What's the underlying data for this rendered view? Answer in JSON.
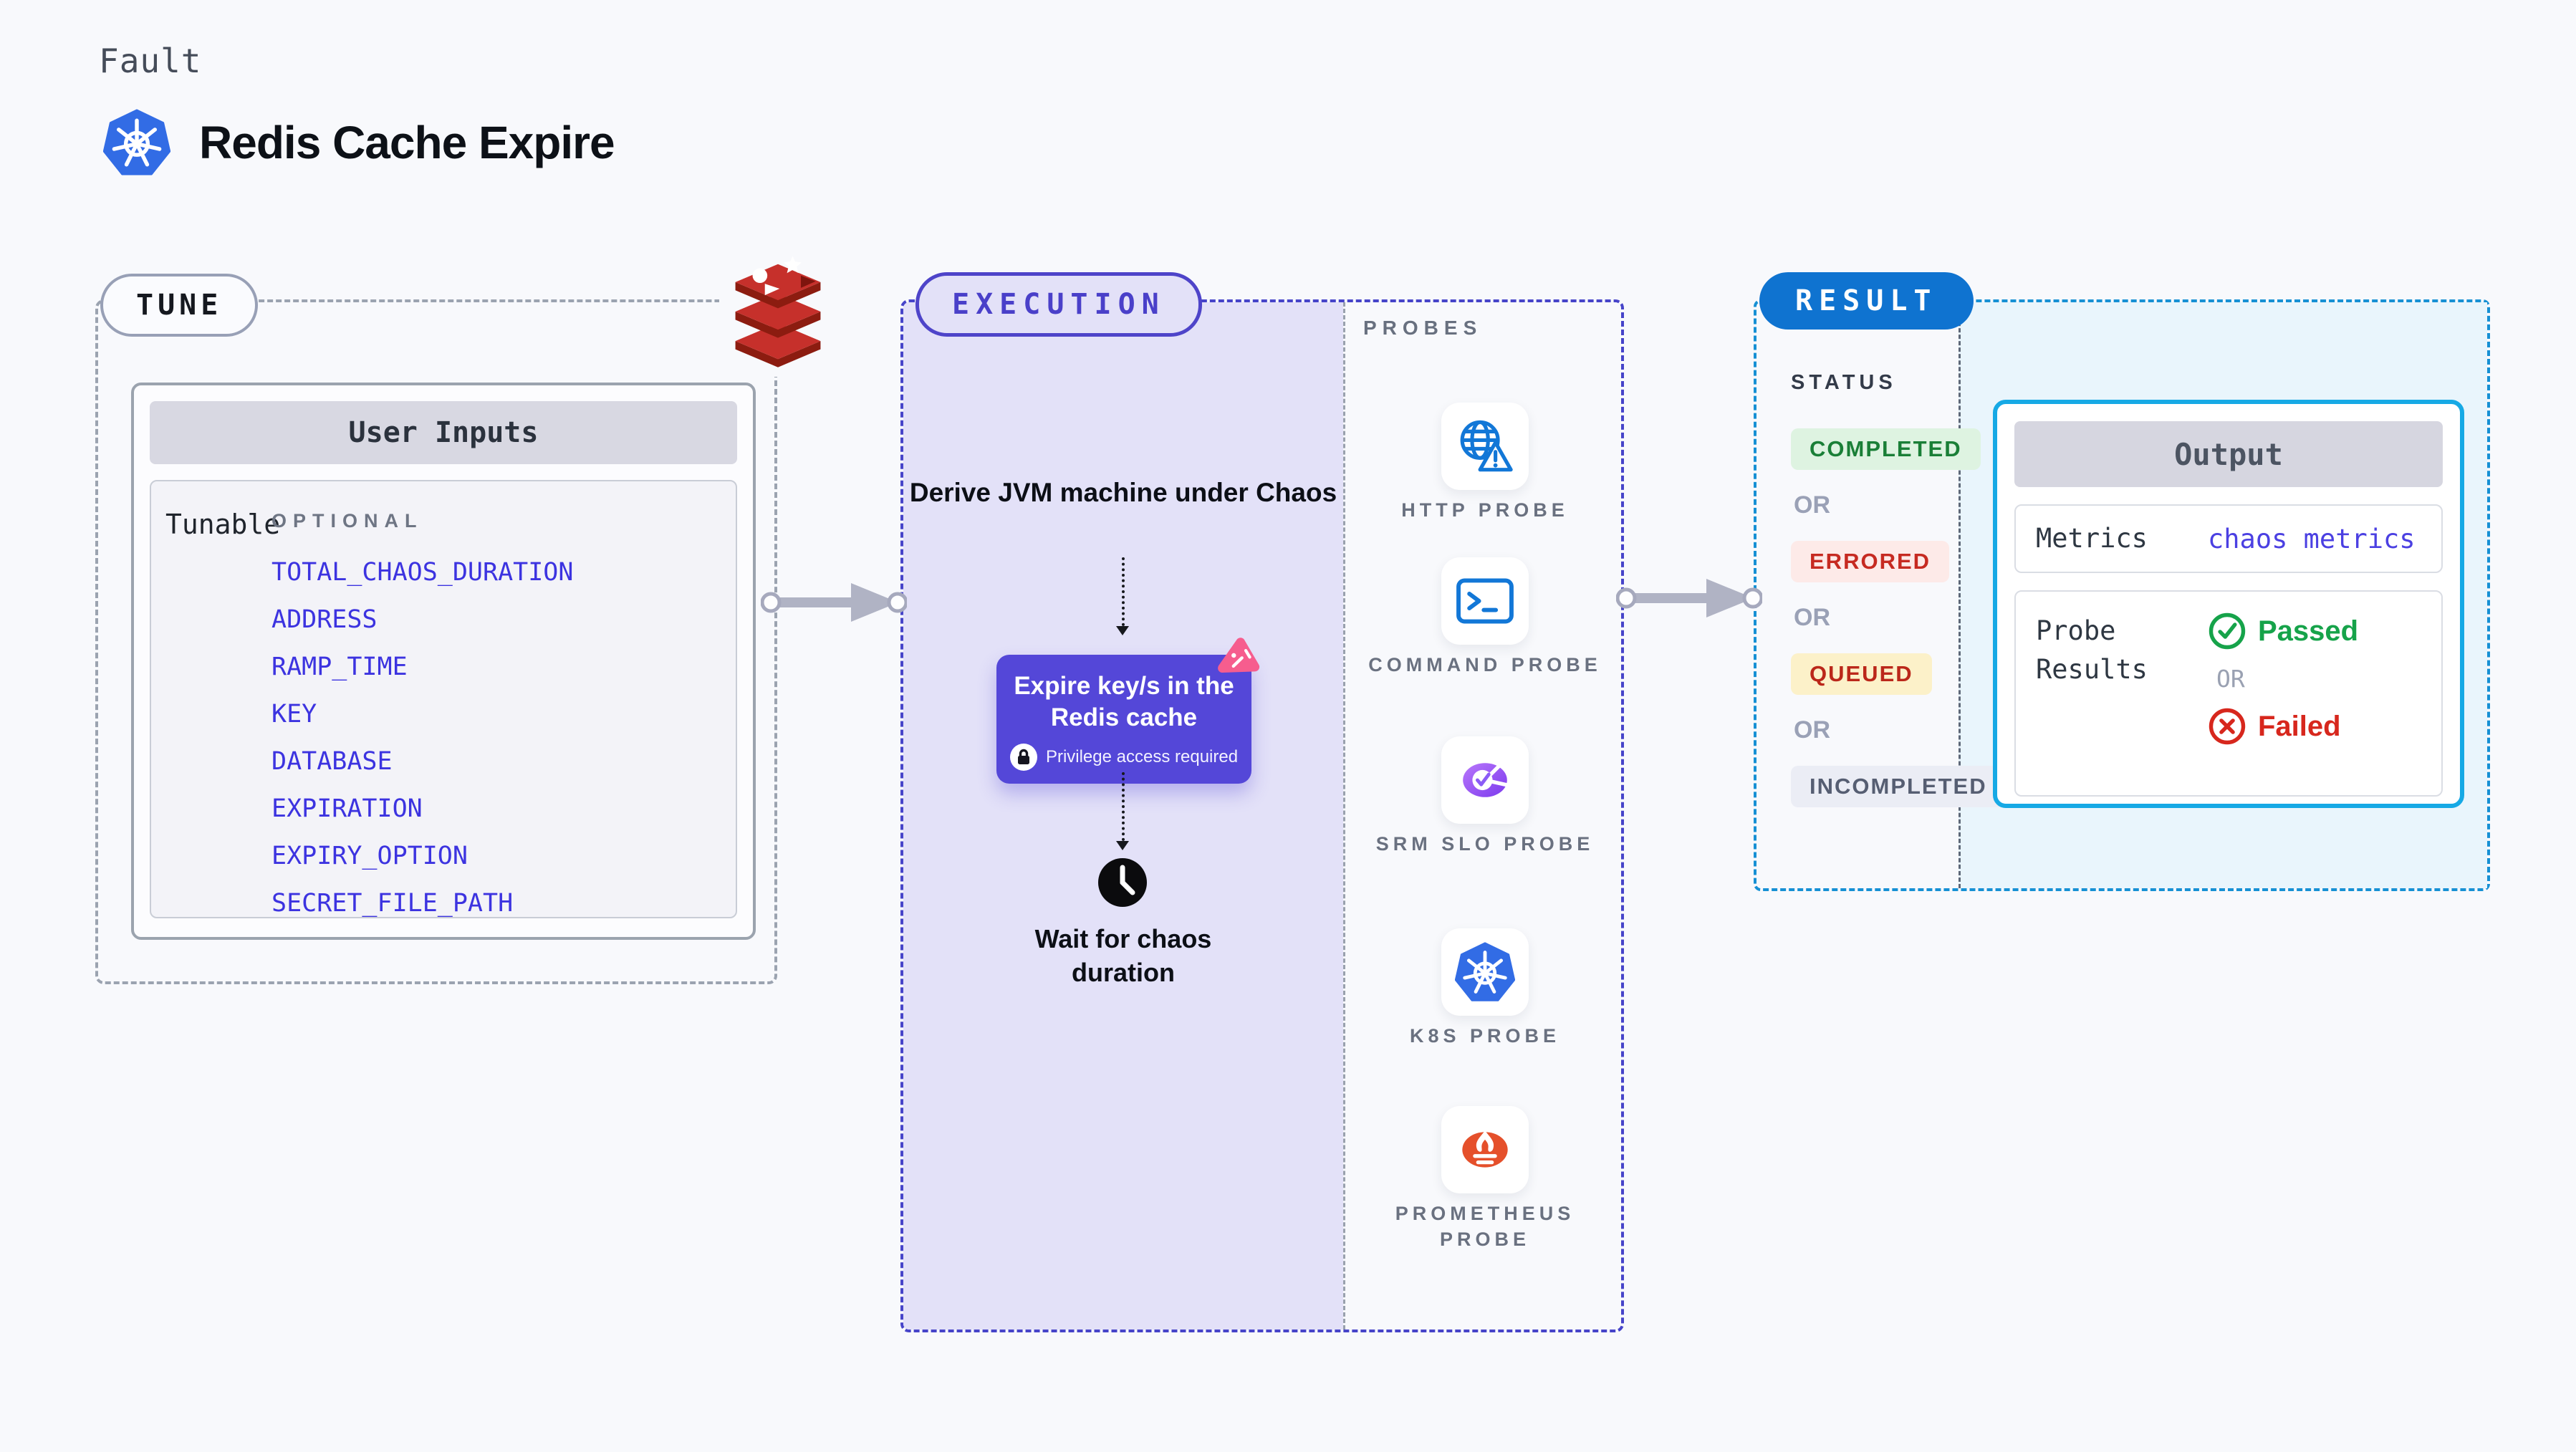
{
  "page": {
    "kicker": "Fault",
    "title": "Redis Cache Expire"
  },
  "tune": {
    "pill": "TUNE",
    "card_title": "User Inputs",
    "row_label": "Tunable",
    "group_label": "OPTIONAL",
    "params": [
      "TOTAL_CHAOS_DURATION",
      "ADDRESS",
      "RAMP_TIME",
      "KEY",
      "DATABASE",
      "EXPIRATION",
      "EXPIRY_OPTION",
      "SECRET_FILE_PATH"
    ]
  },
  "execution": {
    "pill": "EXECUTION",
    "steps": {
      "derive": "Derive JVM machine under Chaos",
      "wait": "Wait for chaos duration"
    },
    "action": {
      "title": "Expire key/s in the Redis cache",
      "note": "Privilege access required"
    },
    "probes": {
      "label": "PROBES",
      "items": [
        "HTTP PROBE",
        "COMMAND PROBE",
        "SRM SLO PROBE",
        "K8S PROBE",
        "PROMETHEUS PROBE"
      ]
    }
  },
  "result": {
    "pill": "RESULT",
    "status_label": "STATUS",
    "or_label": "OR",
    "statuses": [
      "COMPLETED",
      "ERRORED",
      "QUEUED",
      "INCOMPLETED"
    ],
    "output": {
      "title": "Output",
      "metrics_label": "Metrics",
      "metrics_value": "chaos metrics",
      "probe_label": "Probe Results",
      "passed": "Passed",
      "or": "OR",
      "failed": "Failed"
    }
  },
  "icons": {
    "kubernetes-icon": "blue heptagon with white helm wheel",
    "redis-icon": "red stacked cubes",
    "litmus-icon": "pink rounded triangle badge",
    "lock-icon": "padlock in white circle",
    "clock-icon": "black filled clock",
    "http-probe-icon": "globe with warning triangle",
    "command-probe-icon": "terminal prompt window",
    "srm-slo-probe-icon": "purple donut with checkmark",
    "k8s-probe-icon": "kubernetes heptagon",
    "prometheus-probe-icon": "orange flame torch",
    "passed-icon": "green check circle",
    "failed-icon": "red x circle",
    "flow-arrow-icon": "gray arrow with circle endpoints"
  },
  "colors": {
    "page_bg": "#f8f9fc",
    "lavender_bg": "#e3e1f8",
    "indigo_border": "#4e44c9",
    "action_box": "#5447d8",
    "param_link": "#3c33e0",
    "result_pill": "#0f73d0",
    "result_border": "#1690d4",
    "result_bg": "#e9f5fc",
    "output_border": "#16a9e5",
    "completed": "#1a7f37",
    "errored": "#c62a21",
    "queued": "#bb271a",
    "incompleted": "#565e72",
    "passed": "#16a34a",
    "failed": "#d7271d",
    "kubernetes_blue": "#326ce5",
    "redis_red": "#c6302b",
    "prometheus_orange": "#e5502b",
    "probe_icon_blue": "#1277d7",
    "srm_purple": "#8b5cf6",
    "litmus_pink": "#f65d8e"
  }
}
